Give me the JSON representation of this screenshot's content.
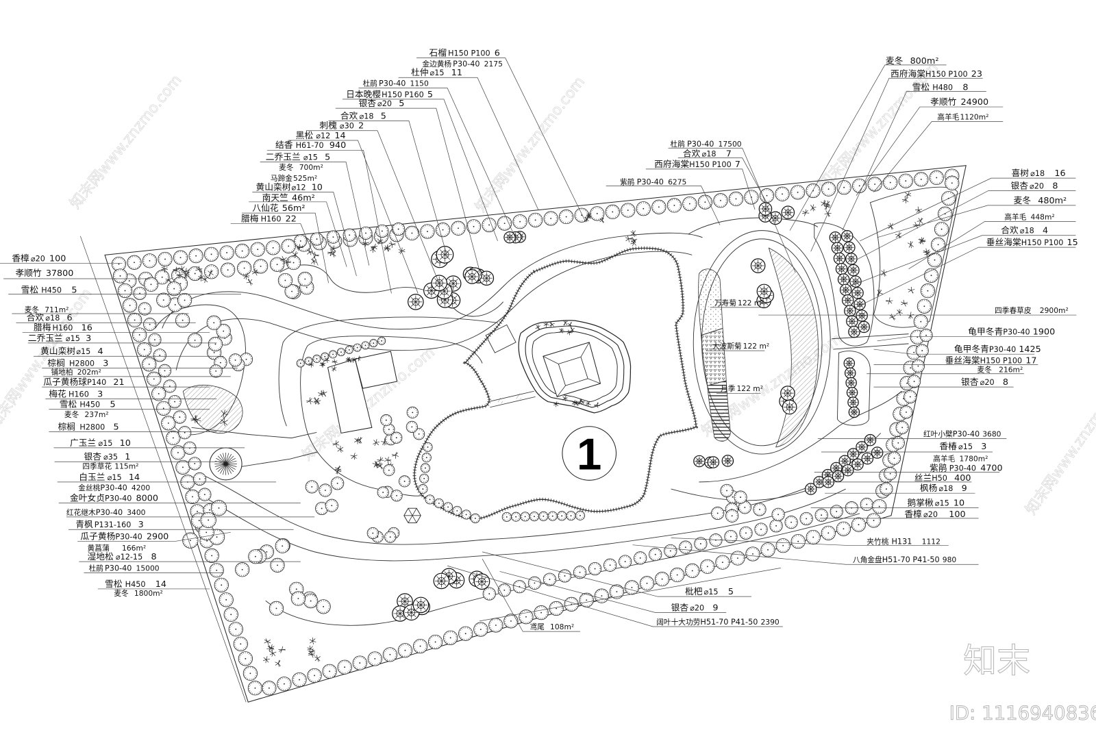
{
  "plan": {
    "marker": "1"
  },
  "labels": {
    "top": [
      {
        "plant": "石榴",
        "spec": "H150 P100",
        "qty": "6"
      },
      {
        "plant": "金边黄杨",
        "spec": "P30-40",
        "qty": "2175"
      },
      {
        "plant": "杜仲",
        "spec": "⌀15",
        "qty": "11"
      },
      {
        "plant": "杜鹃",
        "spec": "P30-40",
        "qty": "1150"
      },
      {
        "plant": "日本晚樱",
        "spec": "H150 P160",
        "qty": "5"
      },
      {
        "plant": "银杏",
        "spec": "⌀20",
        "qty": "5"
      },
      {
        "plant": "合欢",
        "spec": "⌀18",
        "qty": "5"
      },
      {
        "plant": "刺槐",
        "spec": "⌀30",
        "qty": "2"
      },
      {
        "plant": "黑松",
        "spec": "⌀12",
        "qty": "14"
      },
      {
        "plant": "结香",
        "spec": "H61-70",
        "qty": "940"
      },
      {
        "plant": "二乔玉兰",
        "spec": "⌀15",
        "qty": "5"
      },
      {
        "plant": "麦冬",
        "spec": "",
        "qty": "700m²"
      },
      {
        "plant": "马蹄金",
        "spec": "",
        "qty": "525m²"
      },
      {
        "plant": "黄山栾树",
        "spec": "⌀12",
        "qty": "10"
      },
      {
        "plant": "南天竺",
        "spec": "",
        "qty": "46m²"
      },
      {
        "plant": "八仙花",
        "spec": "",
        "qty": "56m²"
      },
      {
        "plant": "腊梅",
        "spec": "H160",
        "qty": "22"
      }
    ],
    "left": [
      {
        "plant": "香樟",
        "spec": "⌀20",
        "qty": "100"
      },
      {
        "plant": "孝顺竹",
        "spec": "",
        "qty": "37800"
      },
      {
        "plant": "雪松",
        "spec": "H450",
        "qty": "5"
      },
      {
        "plant": "麦冬",
        "spec": "",
        "qty": "711m²"
      },
      {
        "plant": "合欢",
        "spec": "⌀18",
        "qty": "6"
      },
      {
        "plant": "腊梅",
        "spec": "H160",
        "qty": "16"
      },
      {
        "plant": "二乔玉兰",
        "spec": "⌀15",
        "qty": "3"
      },
      {
        "plant": "黄山栾树",
        "spec": "⌀15",
        "qty": "4"
      },
      {
        "plant": "棕榈",
        "spec": "H2800",
        "qty": "3"
      },
      {
        "plant": "铺地柏",
        "spec": "",
        "qty": "202m²"
      },
      {
        "plant": "瓜子黄杨球",
        "spec": "P140",
        "qty": "21"
      },
      {
        "plant": "梅花",
        "spec": "H160",
        "qty": "3"
      },
      {
        "plant": "雪松",
        "spec": "H450",
        "qty": "5"
      },
      {
        "plant": "麦冬",
        "spec": "",
        "qty": "237m²"
      },
      {
        "plant": "棕榈",
        "spec": "H2800",
        "qty": "5"
      },
      {
        "plant": "广玉兰",
        "spec": "⌀15",
        "qty": "10"
      },
      {
        "plant": "银杏",
        "spec": "⌀35",
        "qty": "1"
      },
      {
        "plant": "四季草花",
        "spec": "",
        "qty": "115m²"
      },
      {
        "plant": "白玉兰",
        "spec": "⌀15",
        "qty": "14"
      },
      {
        "plant": "金丝桃",
        "spec": "P30-40",
        "qty": "4200"
      },
      {
        "plant": "金叶女贞",
        "spec": "P30-40",
        "qty": "8000"
      },
      {
        "plant": "红花继木",
        "spec": "P30-40",
        "qty": "3400"
      },
      {
        "plant": "青枫",
        "spec": "P131-160",
        "qty": "3"
      },
      {
        "plant": "瓜子黄杨",
        "spec": "P30-40",
        "qty": "2900"
      },
      {
        "plant": "黄菖蒲",
        "spec": "",
        "qty": "166m²"
      },
      {
        "plant": "湿地松",
        "spec": "⌀12-15",
        "qty": "8"
      },
      {
        "plant": "杜鹃",
        "spec": "P30-40",
        "qty": "15000"
      },
      {
        "plant": "雪松",
        "spec": "H450",
        "qty": "14"
      },
      {
        "plant": "麦冬",
        "spec": "",
        "qty": "1800m²"
      }
    ],
    "right": [
      {
        "plant": "麦冬",
        "spec": "",
        "qty": "800m²"
      },
      {
        "plant": "西府海棠",
        "spec": "H150 P100",
        "qty": "23"
      },
      {
        "plant": "雪松",
        "spec": "H480",
        "qty": "8"
      },
      {
        "plant": "孝顺竹",
        "spec": "",
        "qty": "24900"
      },
      {
        "plant": "高羊毛",
        "spec": "",
        "qty": "1120m²"
      },
      {
        "plant": "喜树",
        "spec": "⌀18",
        "qty": "16"
      },
      {
        "plant": "银杏",
        "spec": "⌀20",
        "qty": "8"
      },
      {
        "plant": "麦冬",
        "spec": "",
        "qty": "480m²"
      },
      {
        "plant": "高羊毛",
        "spec": "",
        "qty": "448m²"
      },
      {
        "plant": "合欢",
        "spec": "⌀18",
        "qty": "4"
      },
      {
        "plant": "垂丝海棠",
        "spec": "H150 P100",
        "qty": "15"
      },
      {
        "plant": "四季春草皮",
        "spec": "",
        "qty": "2900m²"
      },
      {
        "plant": "龟甲冬青",
        "spec": "P30-40",
        "qty": "1900"
      },
      {
        "plant": "龟甲冬青",
        "spec": "P30-40",
        "qty": "1425"
      },
      {
        "plant": "垂丝海棠",
        "spec": "H150 P100",
        "qty": "17"
      },
      {
        "plant": "麦冬",
        "spec": "",
        "qty": "216m²"
      },
      {
        "plant": "银杏",
        "spec": "⌀20",
        "qty": "8"
      },
      {
        "plant": "红叶小檗",
        "spec": "P30-40",
        "qty": "3680"
      },
      {
        "plant": "香椿",
        "spec": "⌀15",
        "qty": "3"
      },
      {
        "plant": "高羊毛",
        "spec": "",
        "qty": "1780m²"
      },
      {
        "plant": "紫鹃",
        "spec": "P30-40",
        "qty": "4700"
      },
      {
        "plant": "丝兰",
        "spec": "H50",
        "qty": "400"
      },
      {
        "plant": "枫杨",
        "spec": "⌀18",
        "qty": "9"
      },
      {
        "plant": "鹅掌楸",
        "spec": "⌀15",
        "qty": "10"
      },
      {
        "plant": "香樟",
        "spec": "⌀20",
        "qty": "100"
      },
      {
        "plant": "夹竹桃",
        "spec": "H131",
        "qty": "1112"
      },
      {
        "plant": "八角金盘",
        "spec": "H51-70 P41-50",
        "qty": "980"
      }
    ],
    "north": [
      {
        "plant": "杜鹃",
        "spec": "P30-40",
        "qty": "17500"
      },
      {
        "plant": "合欢",
        "spec": "⌀18",
        "qty": "7"
      },
      {
        "plant": "西府海棠",
        "spec": "H150 P100",
        "qty": "7"
      },
      {
        "plant": "紫鹃",
        "spec": "P30-40",
        "qty": "6275"
      }
    ],
    "beds": [
      {
        "plant": "万寿菊",
        "spec": "",
        "qty": "122 m²"
      },
      {
        "plant": "大波斯菊",
        "spec": "",
        "qty": "122 m²"
      },
      {
        "plant": "月季",
        "spec": "",
        "qty": "122 m²"
      }
    ],
    "bottom": [
      {
        "plant": "枇杷",
        "spec": "⌀15",
        "qty": "5"
      },
      {
        "plant": "银杏",
        "spec": "⌀20",
        "qty": "9"
      },
      {
        "plant": "阔叶十大功劳",
        "spec": "H51-70 P41-50",
        "qty": "2390"
      },
      {
        "plant": "鸢尾",
        "spec": "",
        "qty": "108m²"
      }
    ]
  },
  "watermark": {
    "logo": "知末",
    "id": "ID: 1116940836",
    "diagonal": "知末网www.znzmo.com"
  }
}
